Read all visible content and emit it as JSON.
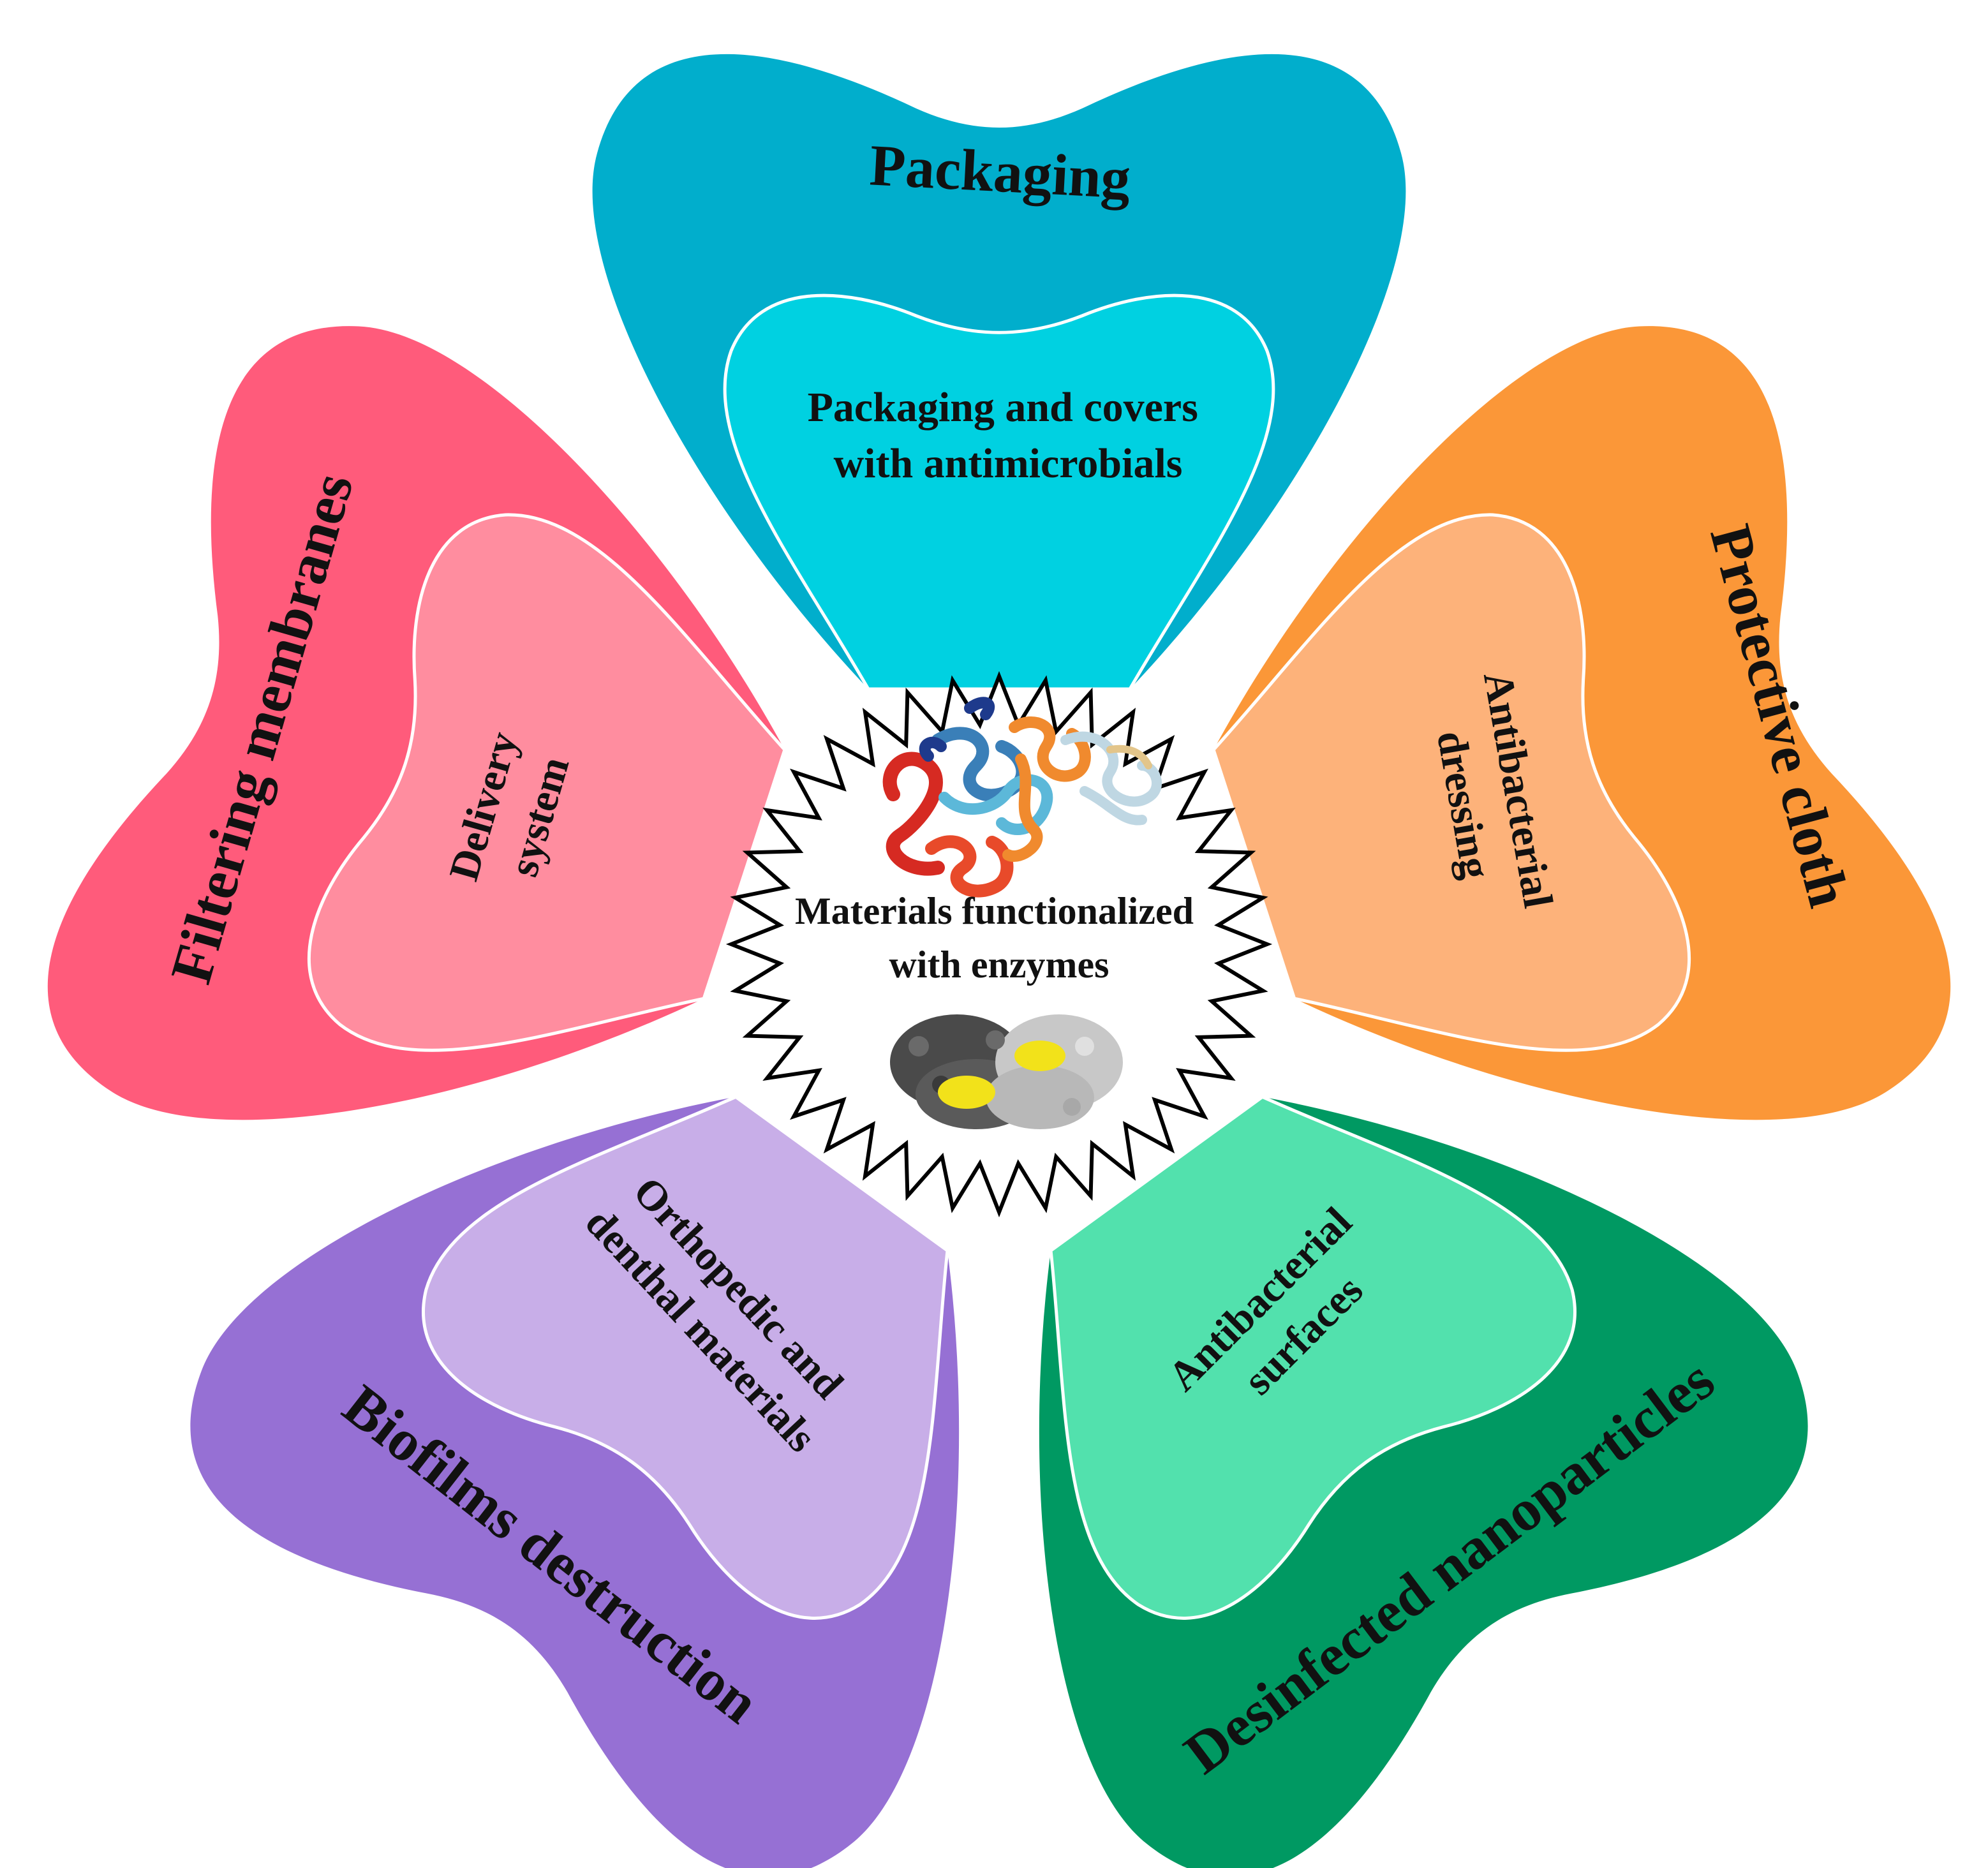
{
  "center": {
    "title_lines": [
      "Materials functionalized",
      "with enzymes"
    ],
    "icons": [
      "protein-ribbon-structure",
      "protein-surface-structure"
    ],
    "fill": "#ffffff"
  },
  "petals": [
    {
      "id": "packaging",
      "outer_label": "Packaging",
      "inner_lines": [
        "Packaging and covers",
        "with antimicrobials"
      ],
      "outer_color": "#01AECC",
      "inner_color": "#00D1E1"
    },
    {
      "id": "protective-cloth",
      "outer_label": "Protective cloth",
      "inner_lines": [
        "Antibacterial",
        "dressing"
      ],
      "outer_color": "#FB9738",
      "inner_color": "#FDB27A"
    },
    {
      "id": "desinfected-nanoparticles",
      "outer_label": "Desinfected nanoparticles",
      "inner_lines": [
        "Antibacterial",
        "surfaces"
      ],
      "outer_color": "#009962",
      "inner_color": "#52E1AD"
    },
    {
      "id": "biofilms-destruction",
      "outer_label": "Biofilms destruction",
      "inner_lines": [
        "Orthopedic and",
        "denthal materials"
      ],
      "outer_color": "#9670D4",
      "inner_color": "#C8AEE8"
    },
    {
      "id": "filtering-membranes",
      "outer_label": "Filtering membranes",
      "inner_lines": [
        "Delivery",
        "system"
      ],
      "outer_color": "#FF5B7B",
      "inner_color": "#FF8D9F"
    }
  ]
}
